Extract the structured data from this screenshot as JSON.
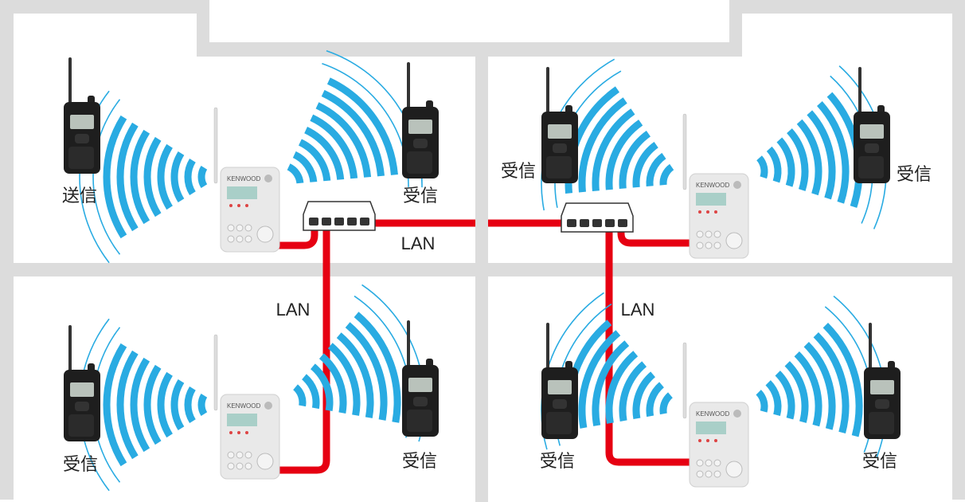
{
  "diagram": {
    "labels": {
      "tl_left_radio": "送信",
      "tl_right_radio": "受信",
      "tr_left_radio": "受信",
      "tr_right_radio": "受信",
      "bl_left_radio": "受信",
      "bl_right_radio": "受信",
      "br_left_radio": "受信",
      "br_right_radio": "受信"
    },
    "lan_labels": {
      "horizontal": "LAN",
      "vertical_left": "LAN",
      "vertical_right": "LAN"
    },
    "brand": "KENWOOD",
    "colors": {
      "wall": "#dcdcdc",
      "wave": "#29abe2",
      "lan_cable": "#e60012",
      "radio_body": "#1e1e1e",
      "repeater_body": "#e9e9e9"
    }
  }
}
